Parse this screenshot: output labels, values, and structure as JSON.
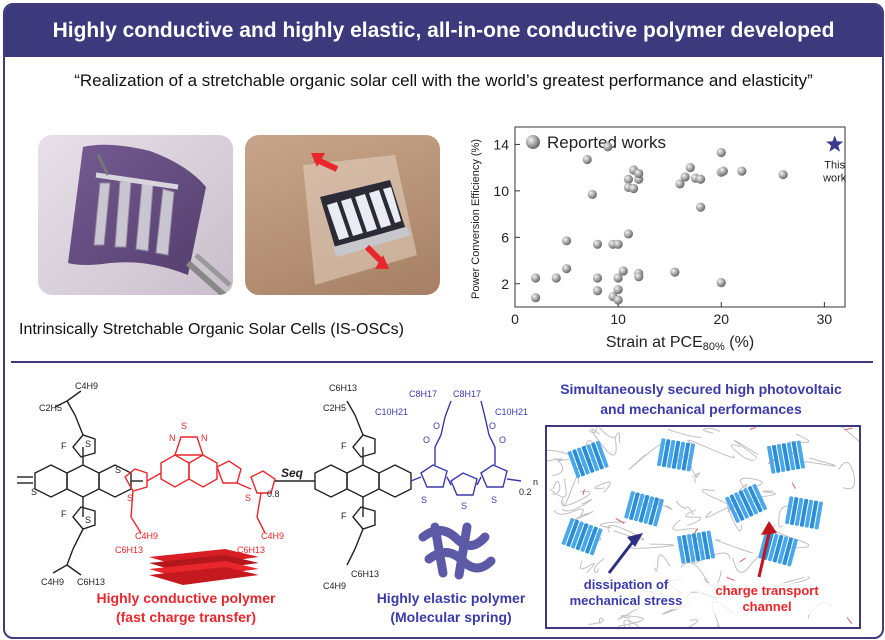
{
  "header": {
    "title": "Highly conductive and highly elastic, all-in-one conductive polymer developed",
    "subtitle": "“Realization of a stretchable organic solar cell with the world’s greatest performance and elasticity”"
  },
  "photos": {
    "caption": "Intrinsically Stretchable Organic Solar Cells (IS-OSCs)"
  },
  "chart_data": {
    "type": "scatter",
    "xlabel": "Strain at PCE",
    "xlabel_sub": "80%",
    "xlabel_unit": "(%)",
    "ylabel": "Power Conversion Efficiency (%)",
    "xlim": [
      0,
      32
    ],
    "ylim": [
      0,
      15.5
    ],
    "xticks": [
      0,
      10,
      20,
      30
    ],
    "yticks": [
      2,
      6,
      10,
      14
    ],
    "ytick_labels": [
      "2",
      "6",
      "10",
      "14"
    ],
    "xtick_labels": [
      "0",
      "10",
      "20",
      "30"
    ],
    "legend": "Reported works",
    "legend_position": "top-left",
    "series": [
      {
        "name": "Reported works",
        "x": [
          2,
          2,
          4,
          5,
          5,
          7,
          7.5,
          8,
          8,
          8,
          9,
          9.5,
          9.5,
          10,
          10,
          10,
          10,
          10.5,
          11,
          11,
          11,
          11.5,
          11.5,
          12,
          12,
          12,
          12,
          15.5,
          16,
          16.5,
          17,
          17.5,
          18,
          18,
          20,
          20,
          20,
          20.2,
          22,
          26
        ],
        "y": [
          2.5,
          0.8,
          2.5,
          5.7,
          3.3,
          12.7,
          9.7,
          5.4,
          2.5,
          1.4,
          13.8,
          5.4,
          0.9,
          2.5,
          1.5,
          0.6,
          5.4,
          3.1,
          11.0,
          10.3,
          6.3,
          11.8,
          10.2,
          11.0,
          11.5,
          2.9,
          2.6,
          3.0,
          10.6,
          11.2,
          12.0,
          11.1,
          8.6,
          11.0,
          13.3,
          11.6,
          2.1,
          11.7,
          11.7,
          11.4
        ]
      },
      {
        "name": "This work",
        "x": [
          31
        ],
        "y": [
          14
        ]
      }
    ],
    "annotation": "This work"
  },
  "chemistry": {
    "seq": "Seq",
    "sub_left": "0.8",
    "sub_right": "0.2",
    "sub_n": "n",
    "groups": {
      "c4h9": "C4H9",
      "c2h5": "C2H5",
      "c6h13": "C6H13",
      "c8h17": "C8H17",
      "c10h21": "C10H21",
      "f": "F",
      "s": "S",
      "n": "N",
      "o": "O"
    },
    "conductive_label_1": "Highly conductive polymer",
    "conductive_label_2": "(fast charge transfer)",
    "elastic_label_1": "Highly elastic polymer",
    "elastic_label_2": "(Molecular spring)"
  },
  "network": {
    "title_1": "Simultaneously secured high photovoltaic",
    "title_2": "and mechanical performances",
    "dissipation_1": "dissipation of",
    "dissipation_2": "mechanical stress",
    "charge_1": "charge transport",
    "charge_2": "channel"
  },
  "colors": {
    "header_bg": "#3c3a7c",
    "red": "#e8262b",
    "blue": "#3a3aaa",
    "crystal": "#2b8fd8"
  }
}
